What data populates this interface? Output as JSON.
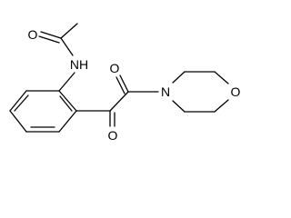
{
  "molecule": {
    "atoms": {
      "carbonyl_o_amide": "O",
      "amide_nh": "NH",
      "keto_o_upper": "O",
      "morpholine_n": "N",
      "morpholine_o": "O",
      "keto_o_lower": "O"
    },
    "colors": {
      "bond": "#000000",
      "label": "#000000",
      "background": "#ffffff"
    }
  }
}
